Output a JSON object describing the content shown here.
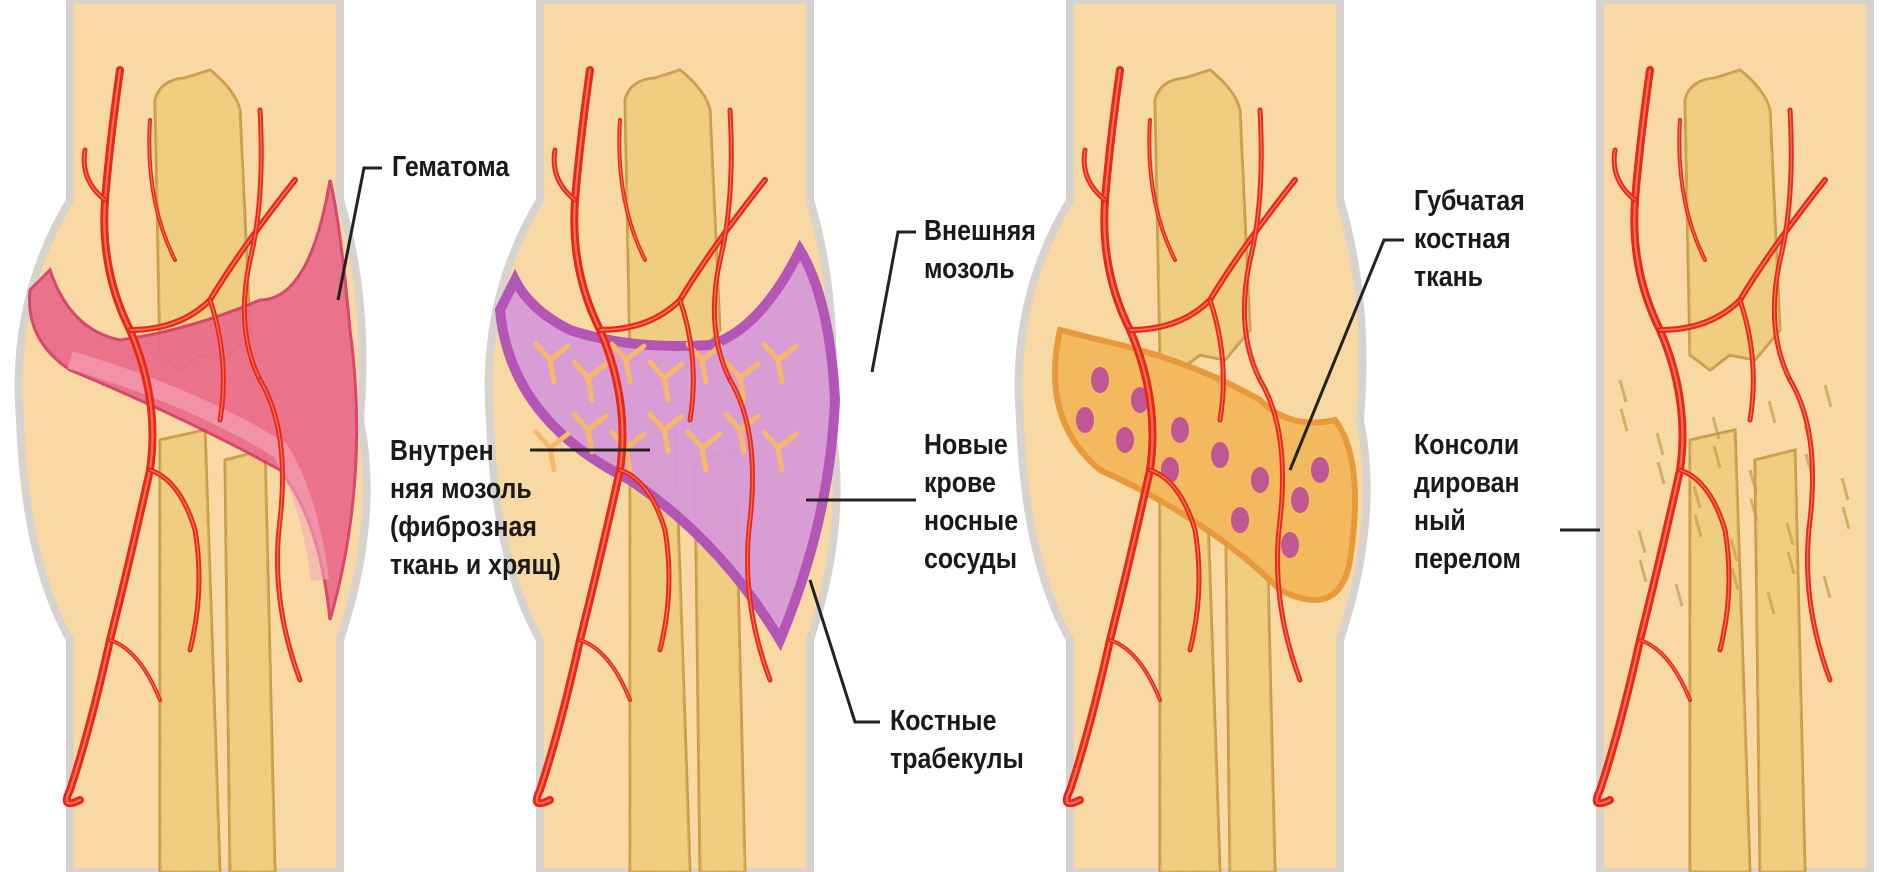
{
  "panels": [
    {
      "stage": "hematoma",
      "labels": {
        "hematoma": "Гематома"
      }
    },
    {
      "stage": "soft-callus",
      "labels": {
        "internal_callus": [
          "Внутрен",
          "няя мозоль",
          "(фиброзная",
          "ткань и хрящ)"
        ],
        "external_callus": [
          "Внешняя",
          "мозоль"
        ],
        "new_vessels": [
          "Новые",
          "крове",
          "носные",
          "сосуды"
        ],
        "trabeculae": [
          "Костные",
          "трабекулы"
        ]
      }
    },
    {
      "stage": "bony-callus",
      "labels": {
        "spongy_bone": [
          "Губчатая",
          "костная",
          "ткань"
        ]
      }
    },
    {
      "stage": "remodeled",
      "labels": {
        "consolidated_fracture": [
          "Консоли",
          "дирован",
          "ный",
          "перелом"
        ]
      }
    }
  ],
  "colors": {
    "skin": "#f8d9a3",
    "skin_edge": "#d8d2cf",
    "bone": "#f0cd7e",
    "bone_edge": "#c89a45",
    "vessel": "#e6281a",
    "vessel_hi": "#ff7a5a",
    "hematoma": "#e96a8a",
    "hematoma_light": "#f5a8bd",
    "callus": "#b04fb8",
    "callus_light": "#d79ad8",
    "trabecula": "#f6b96a",
    "spongy": "#f3b95e",
    "spongy_hole": "#b6449c",
    "leader": "#222222"
  }
}
